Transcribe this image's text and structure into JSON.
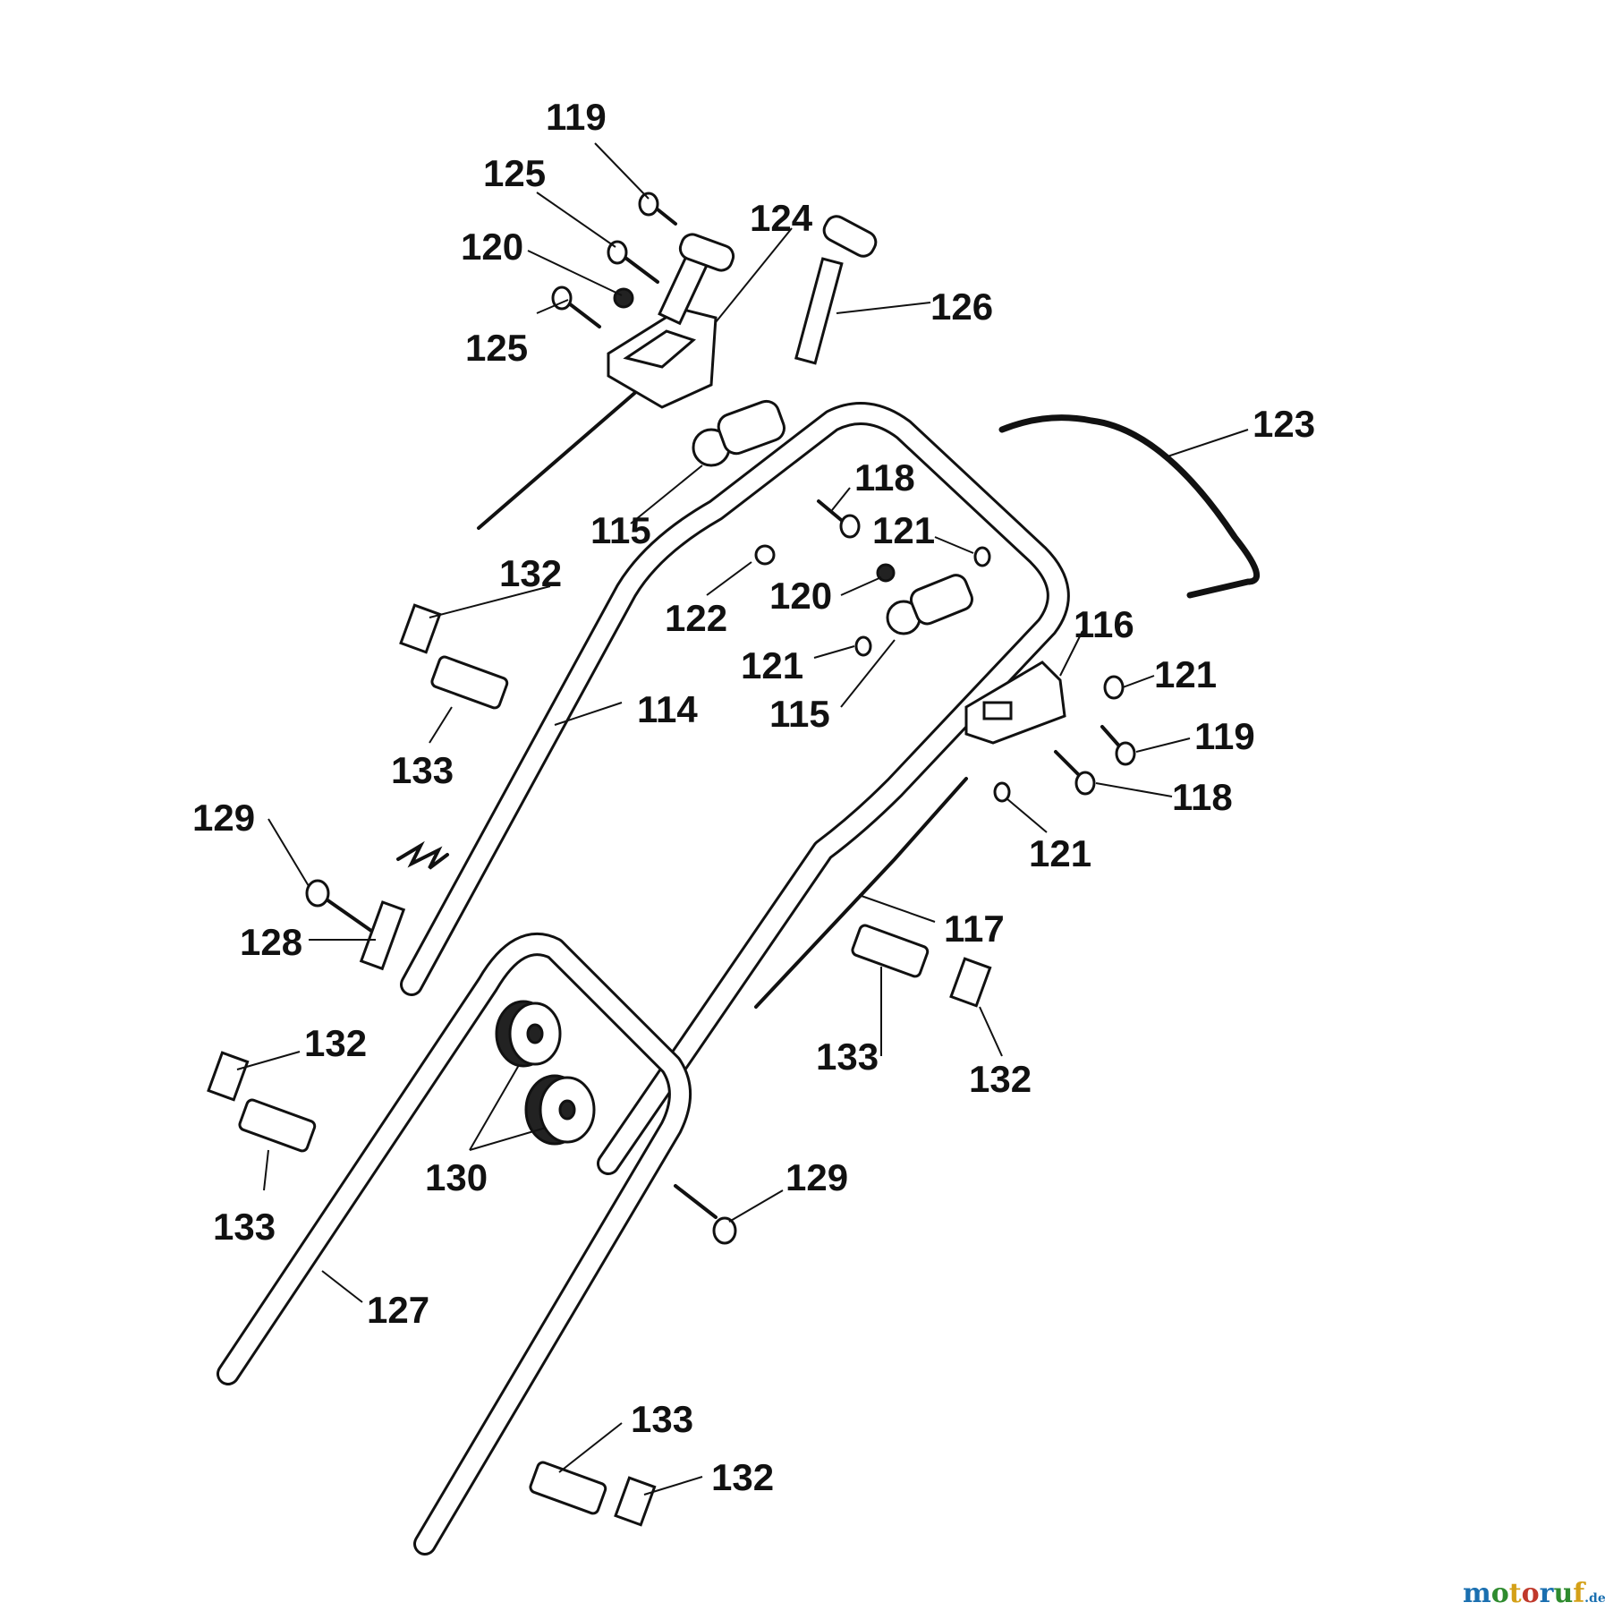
{
  "labels": {
    "l114": "114",
    "l115a": "115",
    "l115b": "115",
    "l116": "116",
    "l117": "117",
    "l118a": "118",
    "l118b": "118",
    "l119a": "119",
    "l119b": "119",
    "l120a": "120",
    "l120b": "120",
    "l121a": "121",
    "l121b": "121",
    "l121c": "121",
    "l121d": "121",
    "l122": "122",
    "l123": "123",
    "l124": "124",
    "l125a": "125",
    "l125b": "125",
    "l126": "126",
    "l127": "127",
    "l128": "128",
    "l129a": "129",
    "l129b": "129",
    "l130": "130",
    "l132a": "132",
    "l132b": "132",
    "l132c": "132",
    "l132d": "132",
    "l133a": "133",
    "l133b": "133",
    "l133c": "133",
    "l133d": "133"
  },
  "watermark": {
    "segments": [
      {
        "text": "m",
        "color": "#1a6fb0"
      },
      {
        "text": "o",
        "color": "#2e8b2e"
      },
      {
        "text": "t",
        "color": "#d4a017"
      },
      {
        "text": "o",
        "color": "#c0392b"
      },
      {
        "text": "r",
        "color": "#1a6fb0"
      },
      {
        "text": "u",
        "color": "#2e8b2e"
      },
      {
        "text": "f",
        "color": "#d4a017"
      }
    ],
    "suffix": ".de"
  }
}
